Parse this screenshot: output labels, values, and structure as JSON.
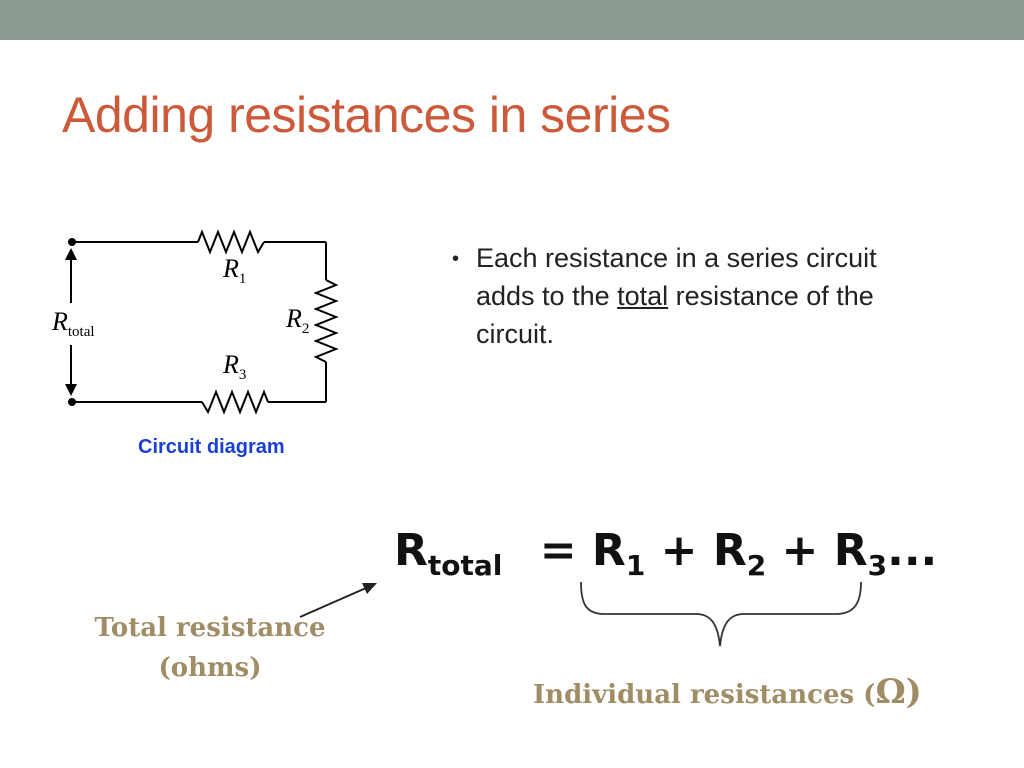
{
  "colors": {
    "top_bar": "#8c9c91",
    "title": "#cc5a3a",
    "caption": "#1a3fd4",
    "annotation": "#a08d66"
  },
  "slide": {
    "title": "Adding resistances in series"
  },
  "circuit": {
    "r1_main": "R",
    "r1_sub": "1",
    "r2_main": "R",
    "r2_sub": "2",
    "r3_main": "R",
    "r3_sub": "3",
    "rtotal_main": "R",
    "rtotal_sub": "total",
    "caption": "Circuit diagram"
  },
  "bullets": [
    {
      "before": "Each resistance in a series circuit adds to the ",
      "underlined": "total",
      "after": " resistance of the circuit."
    }
  ],
  "equation": {
    "lhs_main": "R",
    "lhs_sub": "total",
    "equals": "=",
    "t1_main": "R",
    "t1_sub": "1",
    "plus1": "+",
    "t2_main": "R",
    "t2_sub": "2",
    "plus2": "+",
    "t3_main": "R",
    "t3_sub": "3",
    "ellipsis": "..."
  },
  "annotations": {
    "total_line1": "Total resistance",
    "total_line2": "(ohms)",
    "individual_text": "Individual resistances (",
    "individual_symbol": "Ω",
    "individual_close": ")"
  }
}
